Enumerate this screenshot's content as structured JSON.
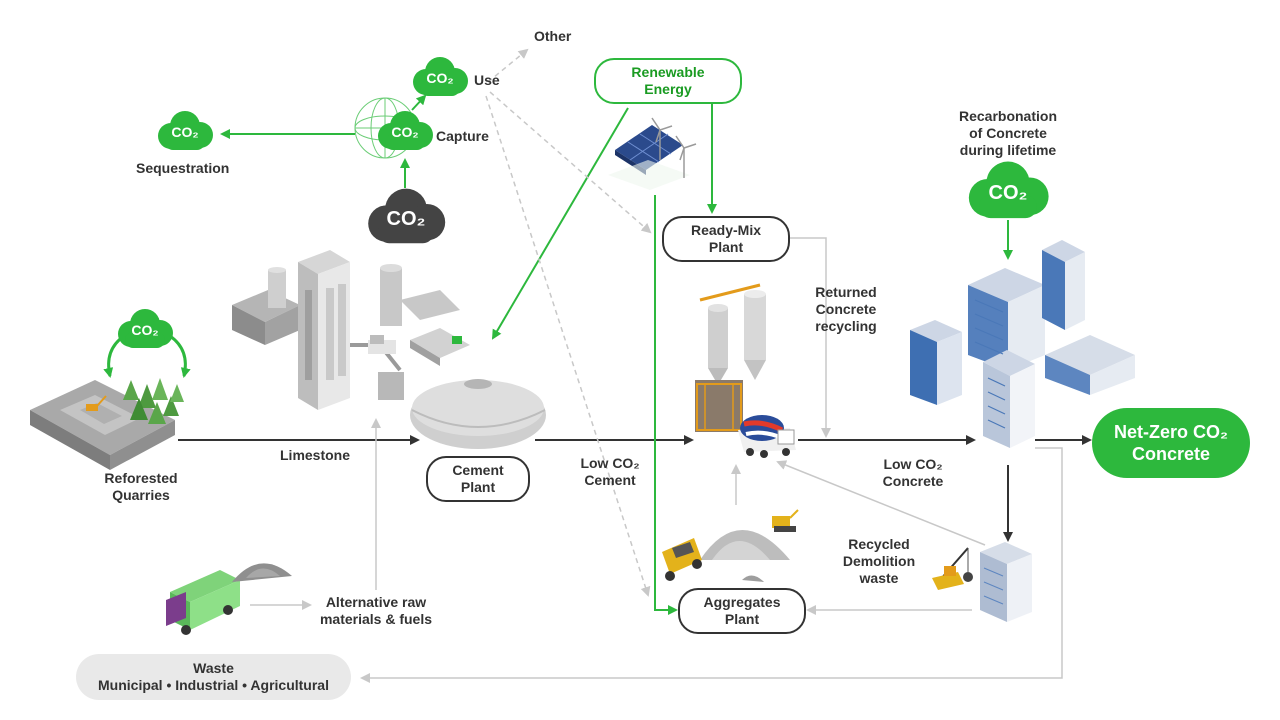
{
  "labels": {
    "other": "Other",
    "use": "Use",
    "capture": "Capture",
    "sequestration": "Sequestration",
    "renewable_energy": [
      "Renewable",
      "Energy"
    ],
    "ready_mix_plant": [
      "Ready-Mix",
      "Plant"
    ],
    "recarbonation": [
      "Recarbonation",
      "of Concrete",
      "during lifetime"
    ],
    "returned_concrete": [
      "Returned",
      "Concrete",
      "recycling"
    ],
    "reforested_quarries": [
      "Reforested",
      "Quarries"
    ],
    "limestone": "Limestone",
    "cement_plant": [
      "Cement",
      "Plant"
    ],
    "low_co2_cement": [
      "Low CO₂",
      "Cement"
    ],
    "low_co2_concrete": [
      "Low CO₂",
      "Concrete"
    ],
    "net_zero": [
      "Net-Zero CO₂",
      "Concrete"
    ],
    "recycled_demolition": [
      "Recycled",
      "Demolition",
      "waste"
    ],
    "aggregates_plant": [
      "Aggregates",
      "Plant"
    ],
    "alternative_raw": [
      "Alternative raw",
      "materials & fuels"
    ],
    "waste": [
      "Waste",
      "Municipal • Industrial • Agricultural"
    ]
  },
  "co2_text": "CO₂",
  "colors": {
    "green": "#2db83d",
    "dark_cloud": "#444444",
    "arrow_dark": "#333333",
    "arrow_light": "#c8c8c8",
    "waste_bg": "#e9e9e9"
  },
  "icons": [
    "co2-cloud-icon",
    "solar-panel-icon",
    "wind-turbine-icon",
    "cement-plant-icon",
    "ready-mix-plant-icon",
    "mixer-truck-icon",
    "dump-truck-icon",
    "excavator-icon",
    "crane-icon",
    "garbage-truck-icon",
    "city-buildings-icon",
    "quarry-icon",
    "trees-icon"
  ]
}
